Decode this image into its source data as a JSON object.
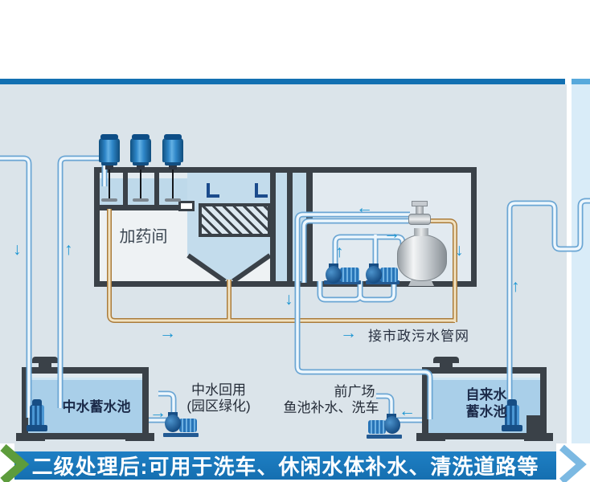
{
  "labels": {
    "dosing_room": "加药间",
    "sewer": "接市政污水管网",
    "reclaimed_tank": "中水蓄水池",
    "reuse_line1": "中水回用",
    "reuse_line2": "(园区绿化)",
    "plaza_line1": "前广场",
    "plaza_line2": "鱼池补水、洗车",
    "tap_line1": "自来水",
    "tap_line2": "蓄水池"
  },
  "glyphs": {
    "down": "↓",
    "up": "↑",
    "left": "←",
    "right": "→"
  },
  "banner": {
    "text": "二级处理后:可用于洗车、休闲水体补水、清洗道路等"
  },
  "colors": {
    "top_bar": "#1270b2",
    "top_bar_accent": "#57a9dc",
    "background": "#dbe4ea",
    "right_panel": "#d9ecf8",
    "pipe_blue": "#6ba6d4",
    "pipe_orange": "#aa7b3a",
    "arrow_blue": "#1e96d2",
    "banner_bg": "#1b78bc",
    "chevron_green": "#5d9c3c",
    "chevron_light_blue": "#7cb9e2",
    "tank_wall": "#3a4148",
    "water": "#a9cfe9"
  }
}
